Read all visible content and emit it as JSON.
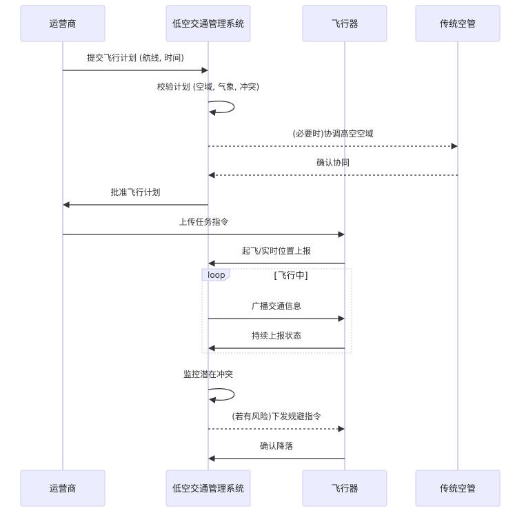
{
  "diagram": {
    "participants": [
      {
        "id": "op",
        "label": "运营商"
      },
      {
        "id": "ltms",
        "label": "低空交通管理系统"
      },
      {
        "id": "uav",
        "label": "飞行器"
      },
      {
        "id": "atc",
        "label": "传统空管"
      }
    ],
    "messages": [
      {
        "from": "op",
        "to": "ltms",
        "text": "提交飞行计划 (航线, 时间)",
        "style": "solid"
      },
      {
        "from": "ltms",
        "to": "ltms",
        "text": "校验计划 (空域, 气象, 冲突)",
        "style": "solid"
      },
      {
        "from": "ltms",
        "to": "atc",
        "text": "(必要时)协调高空空域",
        "style": "dashed"
      },
      {
        "from": "atc",
        "to": "ltms",
        "text": "确认协同",
        "style": "dashed"
      },
      {
        "from": "ltms",
        "to": "op",
        "text": "批准飞行计划",
        "style": "solid"
      },
      {
        "from": "op",
        "to": "uav",
        "text": "上传任务指令",
        "style": "solid"
      },
      {
        "from": "uav",
        "to": "ltms",
        "text": "起飞/实时位置上报",
        "style": "solid"
      },
      {
        "from": "ltms",
        "to": "uav",
        "text": "广播交通信息",
        "style": "solid"
      },
      {
        "from": "uav",
        "to": "ltms",
        "text": "持续上报状态",
        "style": "solid"
      },
      {
        "from": "ltms",
        "to": "ltms",
        "text": "监控潜在冲突",
        "style": "solid"
      },
      {
        "from": "ltms",
        "to": "uav",
        "text": "(若有风险)下发规避指令",
        "style": "dashed"
      },
      {
        "from": "uav",
        "to": "ltms",
        "text": "确认降落",
        "style": "solid"
      }
    ],
    "loop": {
      "tag": "loop",
      "condition": "[飞行中]"
    }
  }
}
